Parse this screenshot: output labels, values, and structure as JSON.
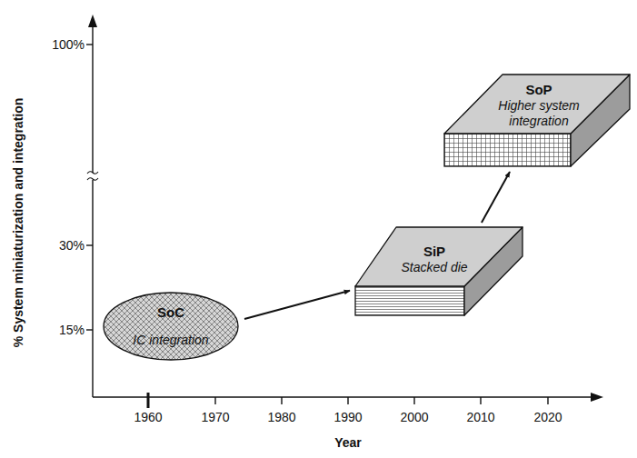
{
  "diagram": {
    "nodes": [
      {
        "text": [
          "SoC",
          "IC integration"
        ]
      },
      {
        "text": [
          "SiP",
          "Stacked die"
        ]
      },
      {
        "text": [
          "SoP",
          "Higher system integration"
        ]
      }
    ],
    "edges": [
      {
        "from": 0,
        "to": 1,
        "arrow": "to"
      },
      {
        "from": 1,
        "to": 2,
        "arrow": "to"
      }
    ],
    "labels": [
      "% System miniaturization and integration",
      "100%",
      "30%",
      "15%",
      "1960",
      "1970",
      "1980",
      "1990",
      "2000",
      "2010",
      "2020",
      "Year"
    ]
  }
}
